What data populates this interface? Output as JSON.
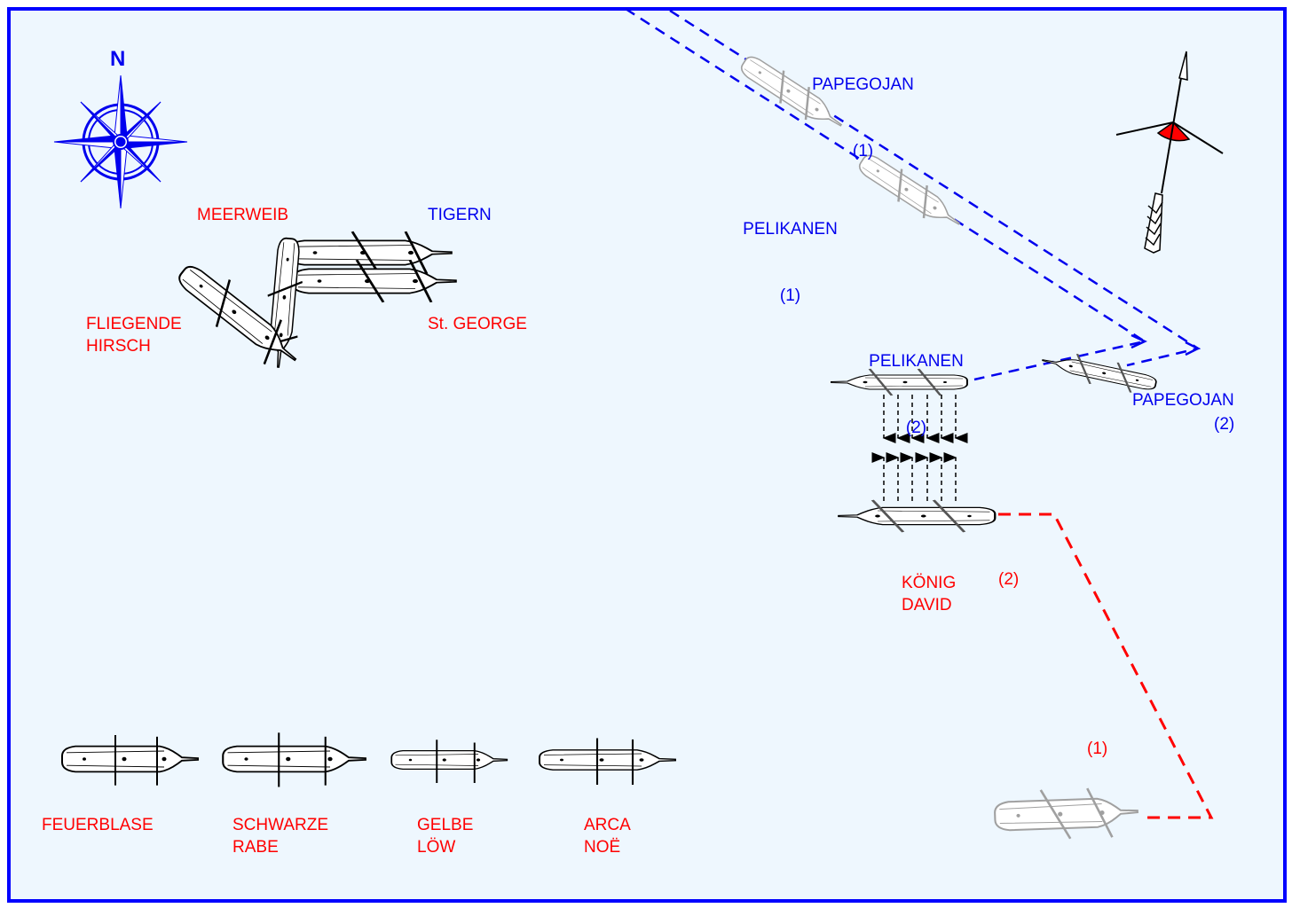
{
  "compass": {
    "north_label": "N",
    "icon": "compass-rose-icon",
    "color": "#0000ee"
  },
  "wind": {
    "icon": "wind-arrow-icon",
    "arc_color": "#ff0000"
  },
  "colors": {
    "swedish": "#0000ee",
    "enemy": "#ff0000",
    "frame": "#0000ff",
    "background": "#eef7fe",
    "ghost": "#a0a0a0"
  },
  "ships": {
    "papegojan_1": {
      "name": "PAPEGOJAN",
      "pos": "(1)"
    },
    "pelikanen_1": {
      "name": "PELIKANEN",
      "pos": "(1)"
    },
    "meerweib": {
      "name": "MEERWEIB"
    },
    "tigern": {
      "name": "TIGERN"
    },
    "fliegende_hirsch": {
      "name": "FLIEGENDE\nHIRSCH"
    },
    "st_george": {
      "name": "St. GEORGE"
    },
    "pelikanen_2": {
      "name": "PELIKANEN",
      "pos": "(2)"
    },
    "papegojan_2": {
      "name": "PAPEGOJAN",
      "pos": "(2)"
    },
    "konig_david": {
      "name": "KÖNIG\nDAVID",
      "pos": "(2)"
    },
    "konig_david_1": {
      "pos": "(1)"
    },
    "feuerblase": {
      "name": "FEUERBLASE"
    },
    "schwarze_rabe": {
      "name": "SCHWARZE\nRABE"
    },
    "gelbe_low": {
      "name": "GELBE\nLÖW"
    },
    "arca_noe": {
      "name": "ARCA\nNOË"
    }
  }
}
